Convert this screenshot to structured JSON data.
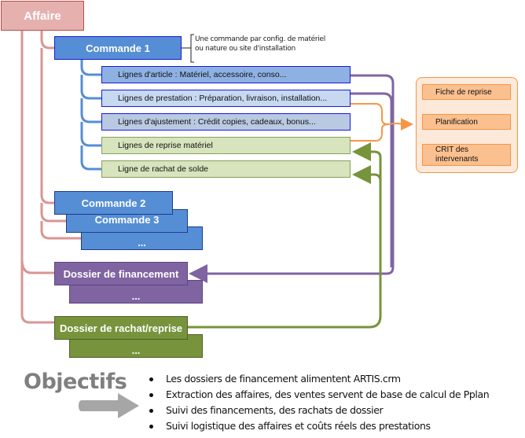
{
  "diagram": {
    "root": {
      "label": "Affaire",
      "color": "#e6b0ae"
    },
    "commande1": {
      "label": "Commande 1",
      "note_line1": "Une commande par config. de matériel",
      "note_line2": "ou nature ou site d'installation",
      "lines": [
        {
          "label": "Lignes d'article : Matériel, accessoire, conso...",
          "color": "#8eb1e3"
        },
        {
          "label": "Lignes de prestation : Préparation, livraison, installation...",
          "color": "#c6d9f1"
        },
        {
          "label": "Lignes d'ajustement : Crédit copies, cadeaux, bonus...",
          "color": "#b9c9e2"
        },
        {
          "label": "Lignes de reprise matériel",
          "color": "#d7e4bd"
        },
        {
          "label": "Ligne de rachat de solde",
          "color": "#d7e4bd"
        }
      ]
    },
    "commandes_other": [
      {
        "label": "Commande 2"
      },
      {
        "label": "Commande 3"
      },
      {
        "label": "..."
      }
    ],
    "financement": {
      "label": "Dossier de financement",
      "more": "...",
      "color": "#8064a2"
    },
    "rachat": {
      "label": "Dossier de rachat/reprise",
      "more": "...",
      "color": "#77933c"
    },
    "process": {
      "steps": [
        "Fiche de reprise",
        "Planification",
        "CRIT des",
        "intervenants"
      ],
      "color": "#f79646"
    }
  },
  "objectifs": {
    "title": "Objectifs",
    "items": [
      "Les dossiers de financement alimentent ARTIS.crm",
      "Extraction des affaires, des ventes servent de base de calcul de Pplan",
      "Suivi des financements, des rachats de dossier",
      "Suivi logistique des affaires et coûts réels des prestations"
    ]
  }
}
